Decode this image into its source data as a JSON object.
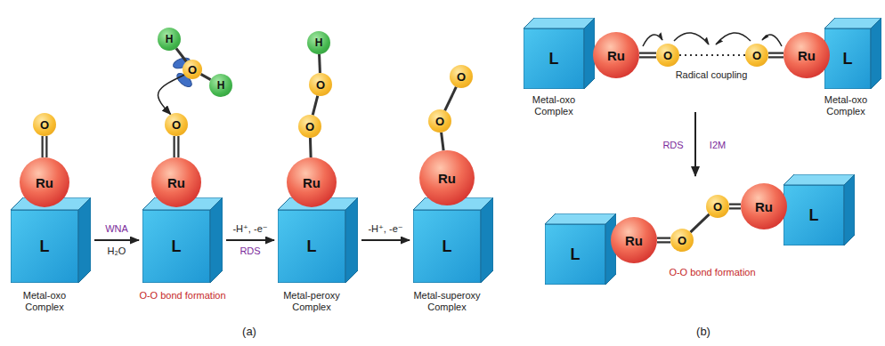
{
  "diagram": {
    "nodes": [
      {
        "text": [
          "O"
        ]
      },
      {
        "text": [
          "Ru"
        ]
      },
      {
        "text": [
          "L"
        ]
      },
      {
        "text": [
          "H"
        ]
      },
      {
        "text": [
          "O"
        ]
      },
      {
        "text": [
          "H"
        ]
      },
      {
        "text": [
          "O"
        ]
      },
      {
        "text": [
          "Ru"
        ]
      },
      {
        "text": [
          "L"
        ]
      },
      {
        "text": [
          "H"
        ]
      },
      {
        "text": [
          "O"
        ]
      },
      {
        "text": [
          "O"
        ]
      },
      {
        "text": [
          "Ru"
        ]
      },
      {
        "text": [
          "L"
        ]
      },
      {
        "text": [
          "O"
        ]
      },
      {
        "text": [
          "O"
        ]
      },
      {
        "text": [
          "Ru"
        ]
      },
      {
        "text": [
          "L"
        ]
      },
      {
        "text": [
          "L"
        ]
      },
      {
        "text": [
          "Ru"
        ]
      },
      {
        "text": [
          "O"
        ]
      },
      {
        "text": [
          "O"
        ]
      },
      {
        "text": [
          "Ru"
        ]
      },
      {
        "text": [
          "L"
        ]
      },
      {
        "text": [
          "L"
        ]
      },
      {
        "text": [
          "Ru"
        ]
      },
      {
        "text": [
          "O"
        ]
      },
      {
        "text": [
          "O"
        ]
      },
      {
        "text": [
          "Ru"
        ]
      },
      {
        "text": [
          "L"
        ]
      }
    ],
    "edges": [
      {
        "from": 0,
        "to": 1,
        "arrow": "none"
      },
      {
        "from": 3,
        "to": 4,
        "arrow": "none"
      },
      {
        "from": 4,
        "to": 5,
        "arrow": "none"
      },
      {
        "from": 4,
        "to": 6,
        "arrow": "to"
      },
      {
        "from": 6,
        "to": 7,
        "arrow": "none"
      },
      {
        "from": 9,
        "to": 10,
        "arrow": "none"
      },
      {
        "from": 10,
        "to": 11,
        "arrow": "none"
      },
      {
        "from": 11,
        "to": 12,
        "arrow": "none"
      },
      {
        "from": 14,
        "to": 15,
        "arrow": "none"
      },
      {
        "from": 15,
        "to": 16,
        "arrow": "none"
      },
      {
        "from": 19,
        "to": 20,
        "arrow": "none"
      },
      {
        "from": 20,
        "to": 21,
        "arrow": "none"
      },
      {
        "from": 21,
        "to": 22,
        "arrow": "none"
      },
      {
        "from": 25,
        "to": 26,
        "arrow": "none"
      },
      {
        "from": 26,
        "to": 27,
        "arrow": "none"
      },
      {
        "from": 27,
        "to": 28,
        "arrow": "none"
      },
      {
        "from": 2,
        "to": 8,
        "arrow": "to"
      },
      {
        "from": 8,
        "to": 13,
        "arrow": "to"
      },
      {
        "from": 13,
        "to": 17,
        "arrow": "to"
      }
    ],
    "labels": [
      "WNA",
      "H₂O",
      "O-O bond formation",
      "-H⁺, -e⁻",
      "RDS",
      "Metal-oxo Complex",
      "Metal-peroxy Complex",
      "-H⁺, -e⁻",
      "Metal-superoxy Complex",
      "(a)",
      "Metal-oxo Complex",
      "Radical coupling",
      "Metal-oxo Complex",
      "RDS",
      "I2M",
      "O-O bond formation",
      "(b)"
    ]
  }
}
